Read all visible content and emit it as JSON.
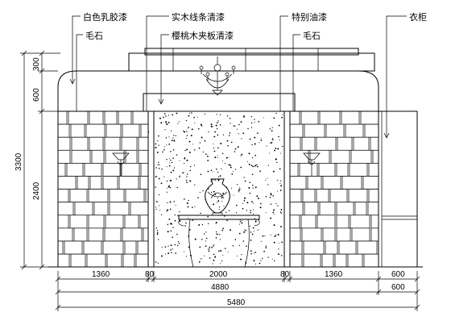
{
  "labels": {
    "white_latex_paint": "白色乳胶漆",
    "solid_wood_strip_clear": "实木线条清漆",
    "special_oil_paint": "特别油漆",
    "wardrobe": "衣柜",
    "rough_stone_left": "毛石",
    "cherry_veneer_clear": "樱桃木夹板清漆",
    "rough_stone_right": "毛石"
  },
  "dimensions": {
    "vertical": {
      "top_cap": "300",
      "cornice": "600",
      "wall": "2400",
      "total_height": "3300"
    },
    "horizontal_row1": [
      "1360",
      "80",
      "2000",
      "80",
      "1360",
      "600"
    ],
    "horizontal_row2": {
      "wall_width": "4880",
      "wardrobe": "600"
    },
    "horizontal_row3": {
      "total_width": "5480"
    }
  }
}
